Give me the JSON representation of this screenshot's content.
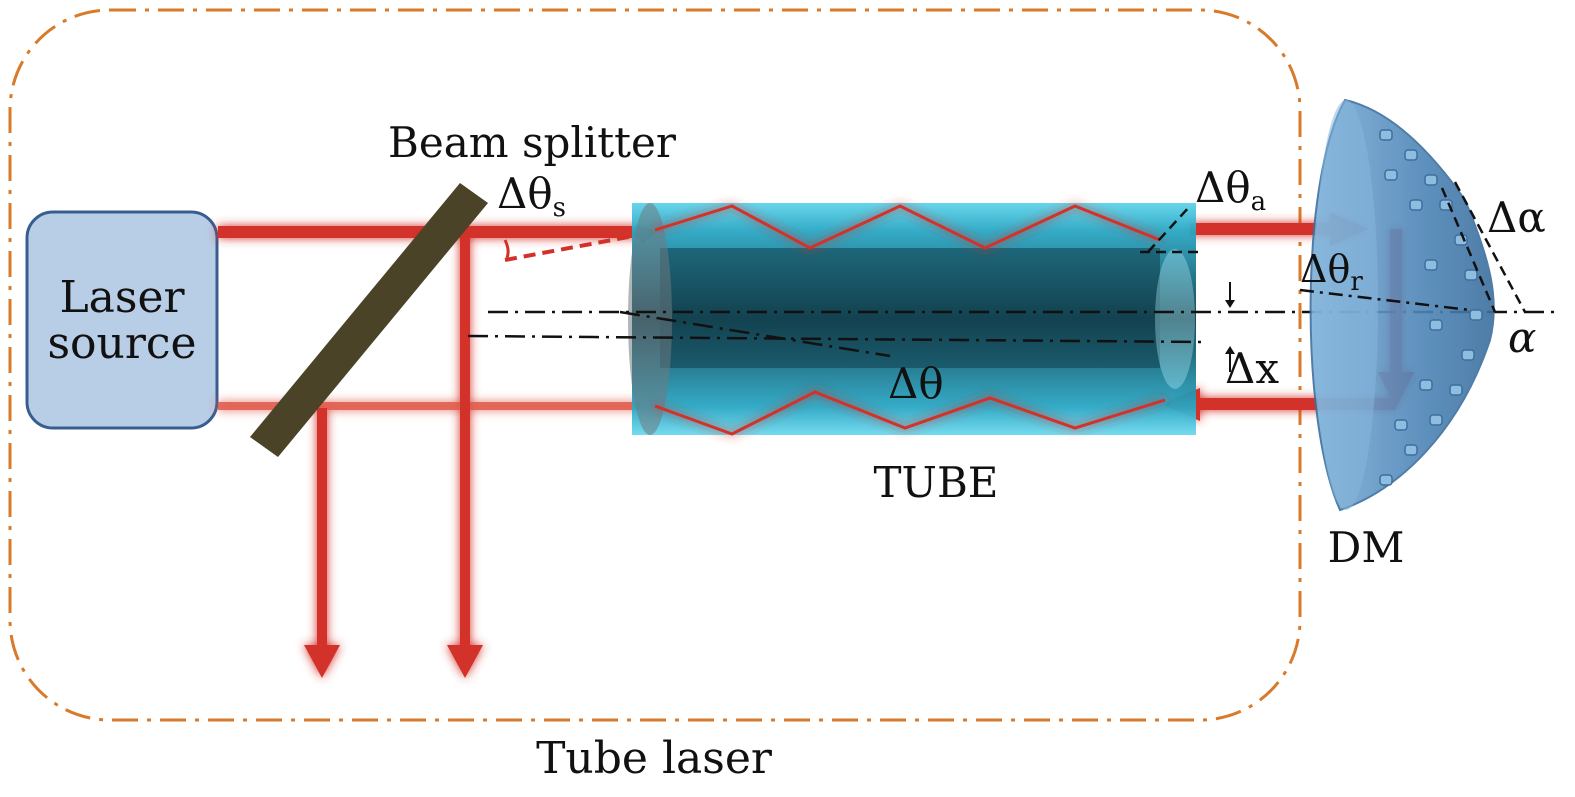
{
  "labels": {
    "laser_line1": "Laser",
    "laser_line2": "source",
    "beam_splitter": "Beam splitter",
    "tube": "TUBE",
    "dm": "DM",
    "tube_laser": "Tube laser"
  },
  "math": {
    "delta_theta_s": "Δθ",
    "delta_theta_s_sub": "s",
    "delta_theta_a": "Δθ",
    "delta_theta_a_sub": "a",
    "delta_theta_r": "Δθ",
    "delta_theta_r_sub": "r",
    "delta_theta": "Δθ",
    "delta_alpha": "Δα",
    "alpha": "α",
    "delta_x": "Δx"
  },
  "colors": {
    "beam": "#d3302a",
    "beam_glow": "#f0a070",
    "frame": "#d97a2a",
    "laser_box_fill": "#b8cde6",
    "laser_box_stroke": "#3a5d90",
    "splitter": "#4a4328",
    "tube_cyan": "#45c6e0",
    "tube_core": "#0e3e4c",
    "dm_blue": "#5a8fc0"
  }
}
